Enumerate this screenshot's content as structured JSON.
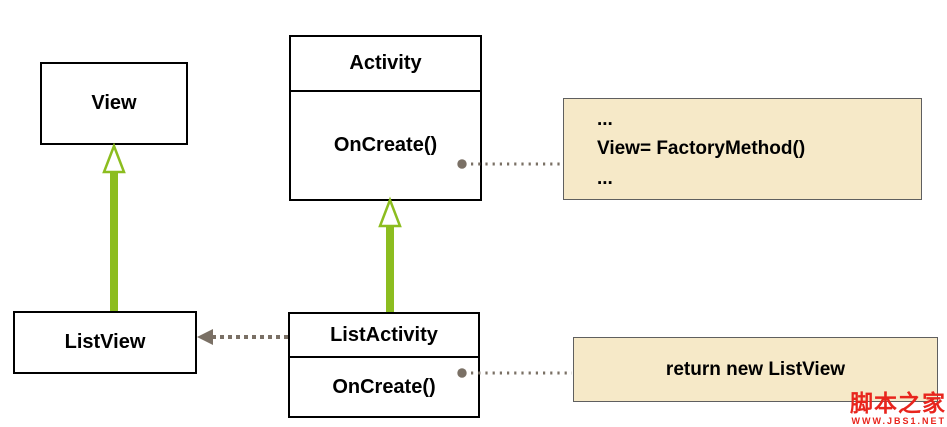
{
  "diagram": {
    "classes": {
      "view": {
        "name": "View"
      },
      "activity": {
        "name": "Activity",
        "method": "OnCreate()"
      },
      "listview": {
        "name": "ListView"
      },
      "listactivity": {
        "name": "ListActivity",
        "method": "OnCreate()"
      }
    },
    "notes": {
      "factory": {
        "lines": [
          "...",
          "View= FactoryMethod()",
          "..."
        ]
      },
      "return_new": {
        "text": "return new ListView"
      }
    },
    "relationships": [
      {
        "type": "generalization",
        "from": "ListView",
        "to": "View"
      },
      {
        "type": "generalization",
        "from": "ListActivity",
        "to": "Activity"
      },
      {
        "type": "dependency",
        "from": "ListActivity",
        "to": "ListView"
      },
      {
        "type": "note-link",
        "from": "Activity.OnCreate()",
        "to": "factory note"
      },
      {
        "type": "note-link",
        "from": "ListActivity.OnCreate()",
        "to": "return note"
      }
    ],
    "colors": {
      "inheritance_green": "#8cbd1f",
      "connector_gray": "#7a7065",
      "note_background": "#f6e9c8",
      "note_border": "#5f5f5f",
      "class_border": "#000000",
      "watermark_red": "#e8251d"
    },
    "watermark": {
      "brand": "脚本之家",
      "site": "WWW.JBS1.NET"
    }
  }
}
